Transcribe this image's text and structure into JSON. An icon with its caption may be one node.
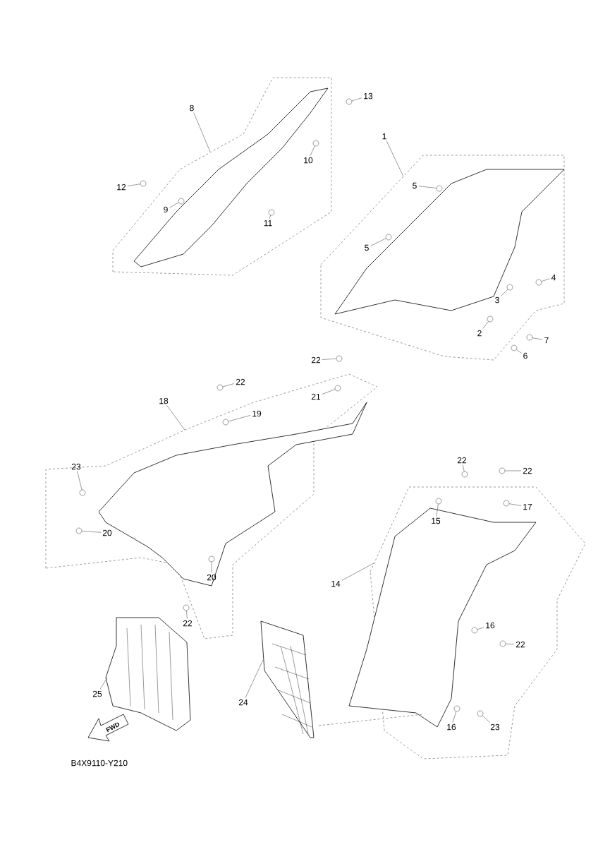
{
  "diagram": {
    "nodes": [
      {
        "text": [],
        "shape": "box"
      },
      {
        "text": [],
        "shape": "box"
      },
      {
        "text": [],
        "shape": "box"
      },
      {
        "text": [],
        "shape": "box"
      },
      {
        "text": [
          "13"
        ]
      },
      {
        "text": [
          "8"
        ]
      },
      {
        "text": [
          "1"
        ]
      },
      {
        "text": [
          "10"
        ],
        "in": 0
      },
      {
        "text": [
          "5"
        ],
        "in": 1
      },
      {
        "text": [
          "12"
        ]
      },
      {
        "text": [
          "9"
        ],
        "in": 0
      },
      {
        "text": [
          "11"
        ],
        "in": 0
      },
      {
        "text": [
          "5"
        ],
        "in": 1
      },
      {
        "text": [
          "4"
        ],
        "in": 1
      },
      {
        "text": [
          "3"
        ],
        "in": 1
      },
      {
        "text": [
          "2"
        ],
        "in": 1
      },
      {
        "text": [
          "7"
        ]
      },
      {
        "text": [
          "6"
        ]
      },
      {
        "text": [
          "22"
        ]
      },
      {
        "text": [
          "22"
        ]
      },
      {
        "text": [
          "21"
        ],
        "in": 2
      },
      {
        "text": [
          "18"
        ]
      },
      {
        "text": [
          "19"
        ],
        "in": 2
      },
      {
        "text": [
          "22"
        ]
      },
      {
        "text": [
          "23"
        ]
      },
      {
        "text": [
          "22"
        ]
      },
      {
        "text": [
          "17"
        ],
        "in": 3
      },
      {
        "text": [
          "15"
        ],
        "in": 3
      },
      {
        "text": [
          "20"
        ],
        "in": 2
      },
      {
        "text": [
          "20"
        ],
        "in": 2
      },
      {
        "text": [
          "14"
        ]
      },
      {
        "text": [
          "22"
        ]
      },
      {
        "text": [
          "16"
        ],
        "in": 3
      },
      {
        "text": [
          "22"
        ],
        "in": 3
      },
      {
        "text": [
          "25"
        ]
      },
      {
        "text": [
          "24"
        ]
      },
      {
        "text": [
          "16"
        ],
        "in": 3
      },
      {
        "text": [
          "23"
        ],
        "in": 3
      },
      {
        "text": [],
        "shape": "picture"
      },
      {
        "text": [],
        "shape": "picture"
      },
      {
        "text": [],
        "shape": "circle"
      },
      {
        "text": [],
        "shape": "circle",
        "in": 0
      },
      {
        "text": [],
        "shape": "circle",
        "in": 1
      },
      {
        "text": [],
        "shape": "circle"
      },
      {
        "text": [],
        "shape": "circle",
        "in": 0
      },
      {
        "text": [],
        "shape": "circle",
        "in": 0
      },
      {
        "text": [],
        "shape": "circle",
        "in": 1
      },
      {
        "text": [],
        "shape": "circle",
        "in": 1
      },
      {
        "text": [],
        "shape": "circle",
        "in": 1
      },
      {
        "text": [],
        "shape": "circle",
        "in": 1
      },
      {
        "text": [],
        "shape": "circle"
      },
      {
        "text": [],
        "shape": "circle"
      },
      {
        "text": [],
        "shape": "circle"
      },
      {
        "text": [],
        "shape": "circle"
      },
      {
        "text": [],
        "shape": "circle",
        "in": 2
      },
      {
        "text": [],
        "shape": "circle",
        "in": 2
      },
      {
        "text": [],
        "shape": "circle"
      },
      {
        "text": [],
        "shape": "circle",
        "in": 2
      },
      {
        "text": [],
        "shape": "circle"
      },
      {
        "text": [],
        "shape": "circle",
        "in": 3
      },
      {
        "text": [],
        "shape": "circle",
        "in": 3
      },
      {
        "text": [],
        "shape": "circle",
        "in": 2
      },
      {
        "text": [],
        "shape": "circle",
        "in": 2
      },
      {
        "text": [],
        "shape": "circle"
      },
      {
        "text": [],
        "shape": "circle",
        "in": 3
      },
      {
        "text": [],
        "shape": "circle",
        "in": 3
      },
      {
        "text": [],
        "shape": "circle",
        "in": 3
      },
      {
        "text": [],
        "shape": "circle",
        "in": 3
      }
    ],
    "edges": [
      {
        "from": 4,
        "to": 40,
        "arrow": "none"
      },
      {
        "from": 5,
        "to": 0,
        "arrow": "none"
      },
      {
        "from": 6,
        "to": 1,
        "arrow": "none"
      },
      {
        "from": 7,
        "to": 41,
        "arrow": "none"
      },
      {
        "from": 8,
        "to": 42,
        "arrow": "none"
      },
      {
        "from": 9,
        "to": 43,
        "arrow": "none"
      },
      {
        "from": 10,
        "to": 44,
        "arrow": "none"
      },
      {
        "from": 11,
        "to": 45,
        "arrow": "none"
      },
      {
        "from": 12,
        "to": 46,
        "arrow": "none"
      },
      {
        "from": 13,
        "to": 47,
        "arrow": "none"
      },
      {
        "from": 14,
        "to": 48,
        "arrow": "none"
      },
      {
        "from": 15,
        "to": 49,
        "arrow": "none"
      },
      {
        "from": 16,
        "to": 50,
        "arrow": "none"
      },
      {
        "from": 17,
        "to": 51,
        "arrow": "none"
      },
      {
        "from": 18,
        "to": 52,
        "arrow": "none"
      },
      {
        "from": 19,
        "to": 53,
        "arrow": "none"
      },
      {
        "from": 20,
        "to": 54,
        "arrow": "none"
      },
      {
        "from": 21,
        "to": 2,
        "arrow": "none"
      },
      {
        "from": 22,
        "to": 55,
        "arrow": "none"
      },
      {
        "from": 23,
        "to": 56,
        "arrow": "none"
      },
      {
        "from": 24,
        "to": 57,
        "arrow": "none"
      },
      {
        "from": 25,
        "to": 58,
        "arrow": "none"
      },
      {
        "from": 26,
        "to": 59,
        "arrow": "none"
      },
      {
        "from": 27,
        "to": 60,
        "arrow": "none"
      },
      {
        "from": 28,
        "to": 61,
        "arrow": "none"
      },
      {
        "from": 29,
        "to": 62,
        "arrow": "none"
      },
      {
        "from": 30,
        "to": 3,
        "arrow": "none"
      },
      {
        "from": 31,
        "to": 63,
        "arrow": "none"
      },
      {
        "from": 32,
        "to": 64,
        "arrow": "none"
      },
      {
        "from": 33,
        "to": 65,
        "arrow": "none"
      },
      {
        "from": 34,
        "to": 38,
        "arrow": "none"
      },
      {
        "from": 35,
        "to": 39,
        "arrow": "none"
      },
      {
        "from": 36,
        "to": 66,
        "arrow": "none"
      },
      {
        "from": 37,
        "to": 67,
        "arrow": "none"
      }
    ],
    "labels": [
      "FWD",
      "B4X9110-Y210"
    ]
  }
}
